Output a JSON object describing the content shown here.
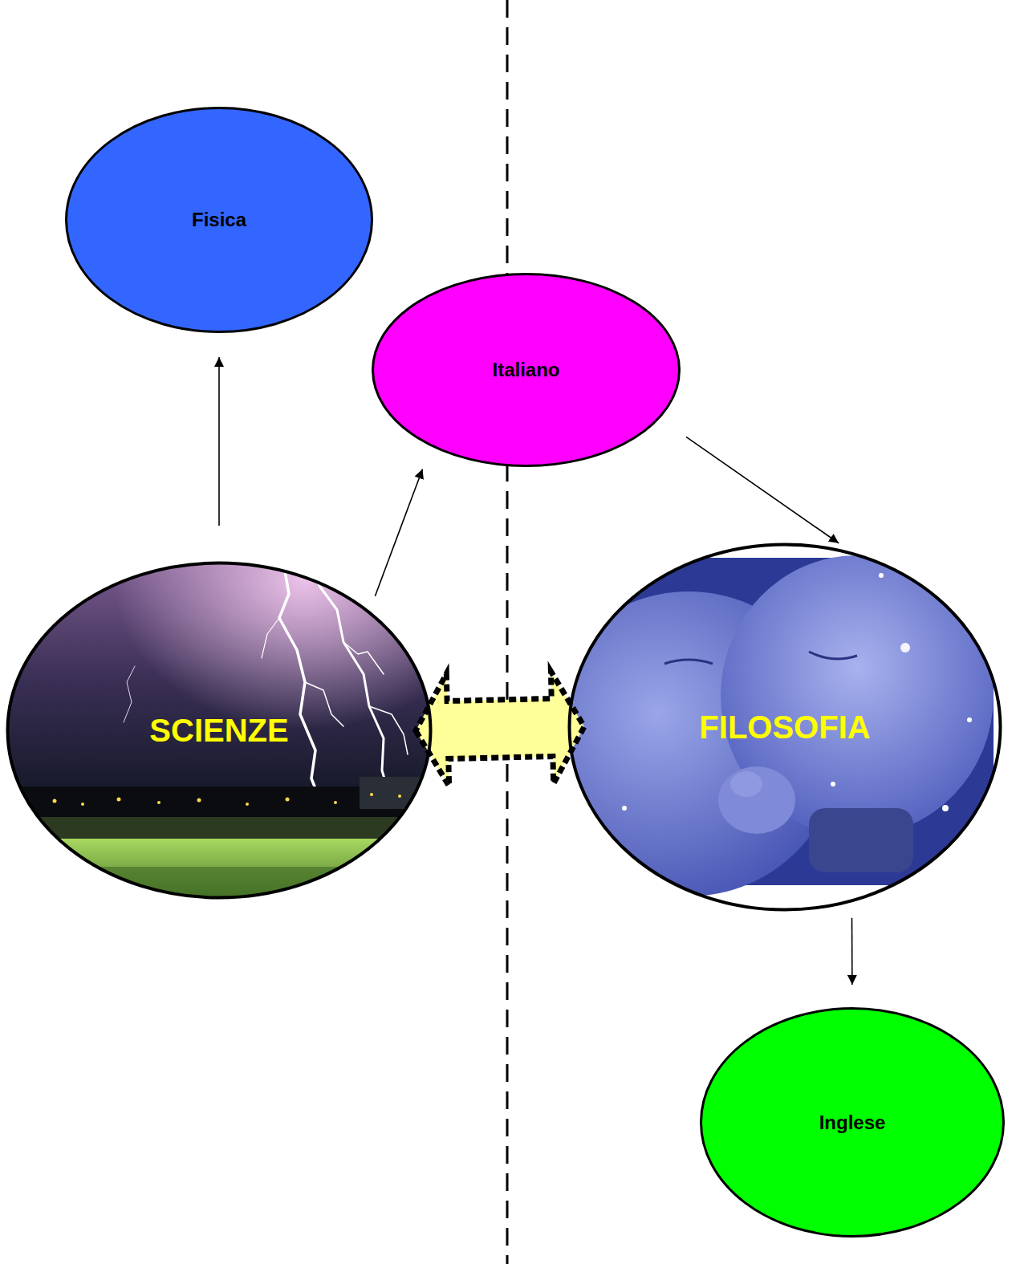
{
  "diagram": {
    "nodes": [
      {
        "text": [
          "Fisica"
        ]
      },
      {
        "text": [
          "Italiano"
        ]
      },
      {
        "text": [
          "SCIENZE"
        ]
      },
      {
        "text": [
          "FILOSOFIA"
        ]
      },
      {
        "text": [
          "Inglese"
        ]
      }
    ],
    "edges": [
      {
        "from": 2,
        "to": 0,
        "arrow": "to"
      },
      {
        "from": 2,
        "to": 1,
        "arrow": "to"
      },
      {
        "from": 1,
        "to": 3,
        "arrow": "to"
      },
      {
        "from": 3,
        "to": 4,
        "arrow": "to"
      },
      {
        "from": 2,
        "to": 3,
        "arrow": "both"
      }
    ]
  }
}
